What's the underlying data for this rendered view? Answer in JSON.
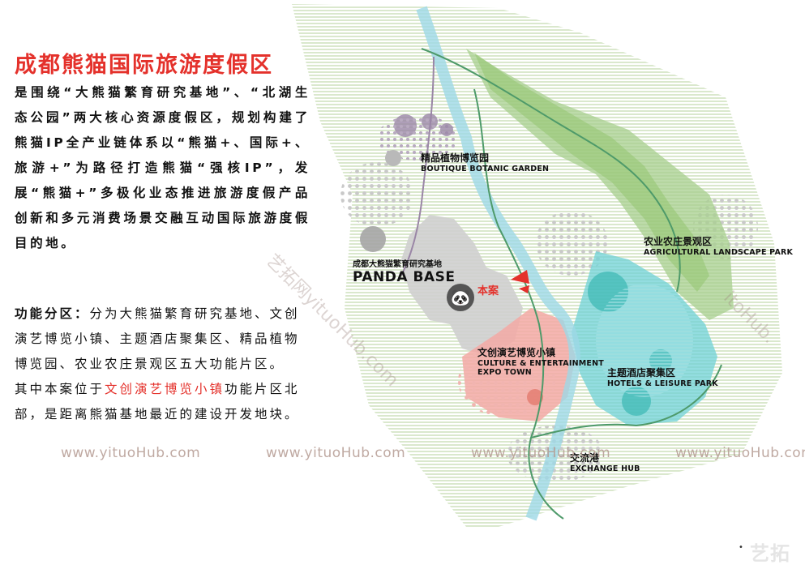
{
  "title": "成都熊猫国际旅游度假区",
  "intro": "是围绕“大熊猫繁育研究基地”、“北湖生态公园”两大核心资源度假区，规划构建了熊猫IP全产业链体系以“熊猫+、国际+、旅游+”为路径打造熊猫“强核IP”，发展“熊猫+”多极化业态推进旅游度假产品创新和多元消费场景交融互动国际旅游度假目的地。",
  "zones": {
    "label": "功能分区：",
    "text": "分为大熊猫繁育研究基地、文创演艺博览小镇、主题酒店聚集区、精品植物博览园、农业农庄景观区五大功能片区。",
    "site_prefix": "其中本案位于",
    "site_highlight": "文创演艺博览小镇",
    "site_suffix": "功能片区北部，是距离熊猫基地最近的建设开发地块。"
  },
  "map": {
    "botanic": {
      "zh": "精品植物博览园",
      "en": "BOUTIQUE BOTANIC GARDEN"
    },
    "agri": {
      "zh": "农业农庄景观区",
      "en": "AGRICULTURAL LANDSCAPE PARK"
    },
    "panda": {
      "zh": "成都大熊猫繁育研究基地",
      "en": "PANDA BASE"
    },
    "site": "本案",
    "culture": {
      "zh": "文创演艺博览小镇",
      "en1": "CULTURE & ENTERTAINMENT",
      "en2": "EXPO TOWN"
    },
    "hotels": {
      "zh": "主题酒店聚集区",
      "en": "HOTELS & LEISURE PARK"
    },
    "exchange": {
      "zh": "交流港",
      "en": "EXCHANGE HUB"
    }
  },
  "watermarks": {
    "url": "www.yituoHub.com",
    "diag1": "艺拓网yituoHub.com",
    "diag2": "itoHub.",
    "logo": "艺拓"
  },
  "colors": {
    "accent_red": "#e4312b",
    "green_zone": "#8fc46a",
    "teal_zone": "#6fd1d6",
    "pink_zone": "#f3a9a4",
    "gray_zone": "#c7c7c7",
    "purple_dot": "#9a86a6"
  }
}
